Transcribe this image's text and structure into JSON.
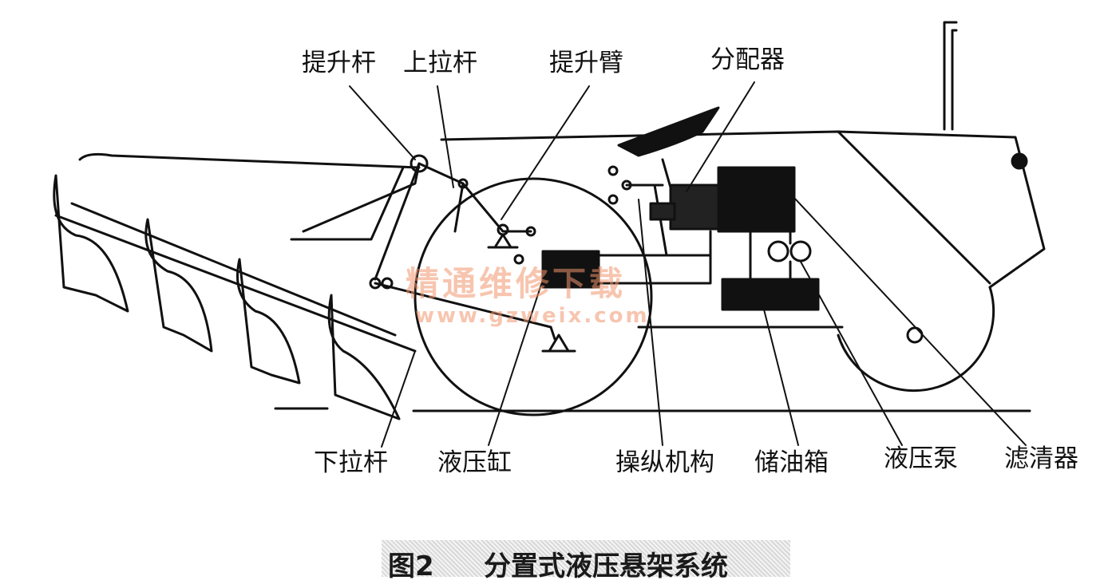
{
  "labels": {
    "lift_rod": "提升杆",
    "upper_link": "上拉杆",
    "lift_arm": "提升臂",
    "distributor": "分配器",
    "lower_link": "下拉杆",
    "hydraulic_cylinder": "液压缸",
    "control_mechanism": "操纵机构",
    "oil_tank": "储油箱",
    "hydraulic_pump": "液压泵",
    "oil_filter": "滤清器"
  },
  "watermark": {
    "site_name": "精通维修下载",
    "url": "www.gzweix.com"
  },
  "caption": {
    "figure_no": "图2",
    "title": "分置式液压悬架系统"
  }
}
